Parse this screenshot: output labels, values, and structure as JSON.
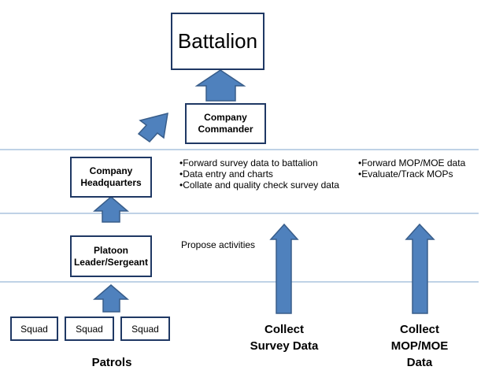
{
  "colors": {
    "arrow_fill": "#4f81bd",
    "arrow_stroke": "#385d8a",
    "box_border": "#1f3864",
    "divider": "#7fa6cc"
  },
  "nodes": {
    "battalion": "Battalion",
    "company_commander": [
      "Company",
      "Commander"
    ],
    "company_headquarters": [
      "Company",
      "Headquarters"
    ],
    "platoon_leader": [
      "Platoon",
      "Leader/Sergeant"
    ],
    "squads": [
      "Squad",
      "Squad",
      "Squad"
    ]
  },
  "labels": {
    "patrols": "Patrols",
    "propose_activities": "Propose activities",
    "collect_survey": [
      "Collect",
      "Survey Data"
    ],
    "collect_mop": [
      "Collect",
      "MOP/MOE",
      "Data"
    ]
  },
  "tasks": {
    "survey": [
      "•Forward survey data to battalion",
      "•Data entry and charts",
      "•Collate and quality check survey data"
    ],
    "mop": [
      "•Forward MOP/MOE data",
      "•Evaluate/Track MOPs"
    ]
  }
}
